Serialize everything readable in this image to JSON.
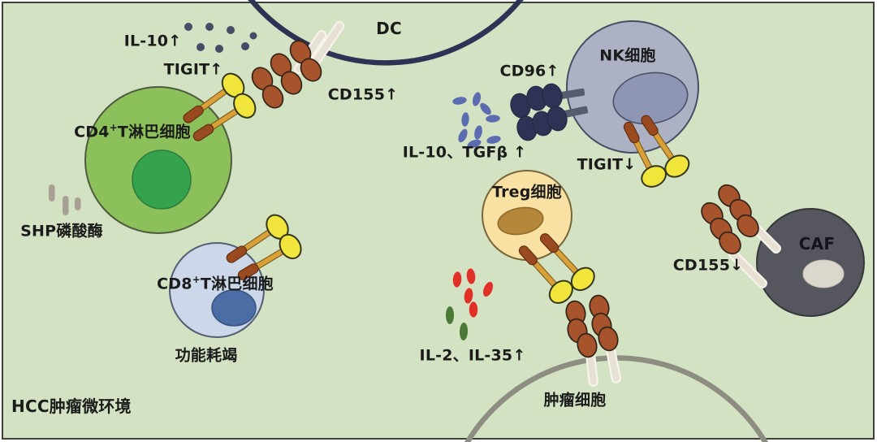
{
  "environment": {
    "label": "HCC肿瘤微环境"
  },
  "cells": {
    "dc": {
      "label": "DC"
    },
    "nk": {
      "label": "NK细胞"
    },
    "cd4": {
      "name": "CD4",
      "sup": "+",
      "rest": "T淋巴细胞"
    },
    "cd8": {
      "name": "CD8",
      "sup": "+",
      "rest": "T淋巴细胞",
      "status": "功能耗竭"
    },
    "treg": {
      "label": "Treg细胞"
    },
    "caf": {
      "label": "CAF"
    },
    "tumor": {
      "label": "肿瘤细胞"
    }
  },
  "molecules": {
    "il10_up": "IL-10↑",
    "tigit_up": "TIGIT↑",
    "cd155_up": "CD155↑",
    "cd96_up": "CD96↑",
    "il10_tgfb": "IL-10、TGFβ ↑",
    "tigit_down": "TIGIT↓",
    "cd155_down": "CD155↓",
    "shp": "SHP磷酸酶",
    "il2_il35": "IL-2、IL-35↑"
  },
  "colors": {
    "background": "#d3e2c2",
    "frame_border": "#3d4238",
    "dc_membrane": "#2e3254",
    "tumor_membrane": "#8d8d81",
    "cd4_cell": "#8cc05a",
    "cd4_nucleus": "#35a24d",
    "cd8_cell": "#ccd8e9",
    "cd8_nucleus": "#4b6da6",
    "nk_cell": "#acb1c4",
    "nk_nucleus": "#8e96b3",
    "treg_cell": "#f9e1a3",
    "treg_nucleus": "#b5873b",
    "caf_cell": "#56565f",
    "caf_nucleus": "#dcd7cd",
    "cd155_ligand": "#a7532b",
    "cd96_ligand": "#2e3254",
    "tigit_head": "#f1e53c",
    "tigit_stem": "#d9a038",
    "tigit_base": "#9a4a1f",
    "white_stick": "#e7e1d3",
    "il10_dot": "#464c66",
    "tgfb_oval": "#5b6cb0",
    "il2_oval": "#e03028",
    "il35_oval": "#4a7a36",
    "shp_rod": "#a8a193",
    "text": "#1b1b1b"
  }
}
